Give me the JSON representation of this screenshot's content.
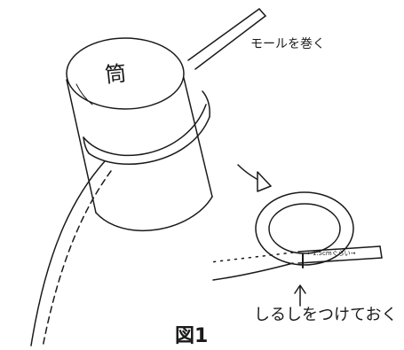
{
  "labels": {
    "tube": "筒",
    "wrap_note": "モールを巻く",
    "measure_note": "←1.5cmぐらい→",
    "mark_note": "しるしをつけておく",
    "figure_caption": "図1"
  },
  "colors": {
    "ink": "#1a1a1a",
    "paper": "#ffffff"
  }
}
